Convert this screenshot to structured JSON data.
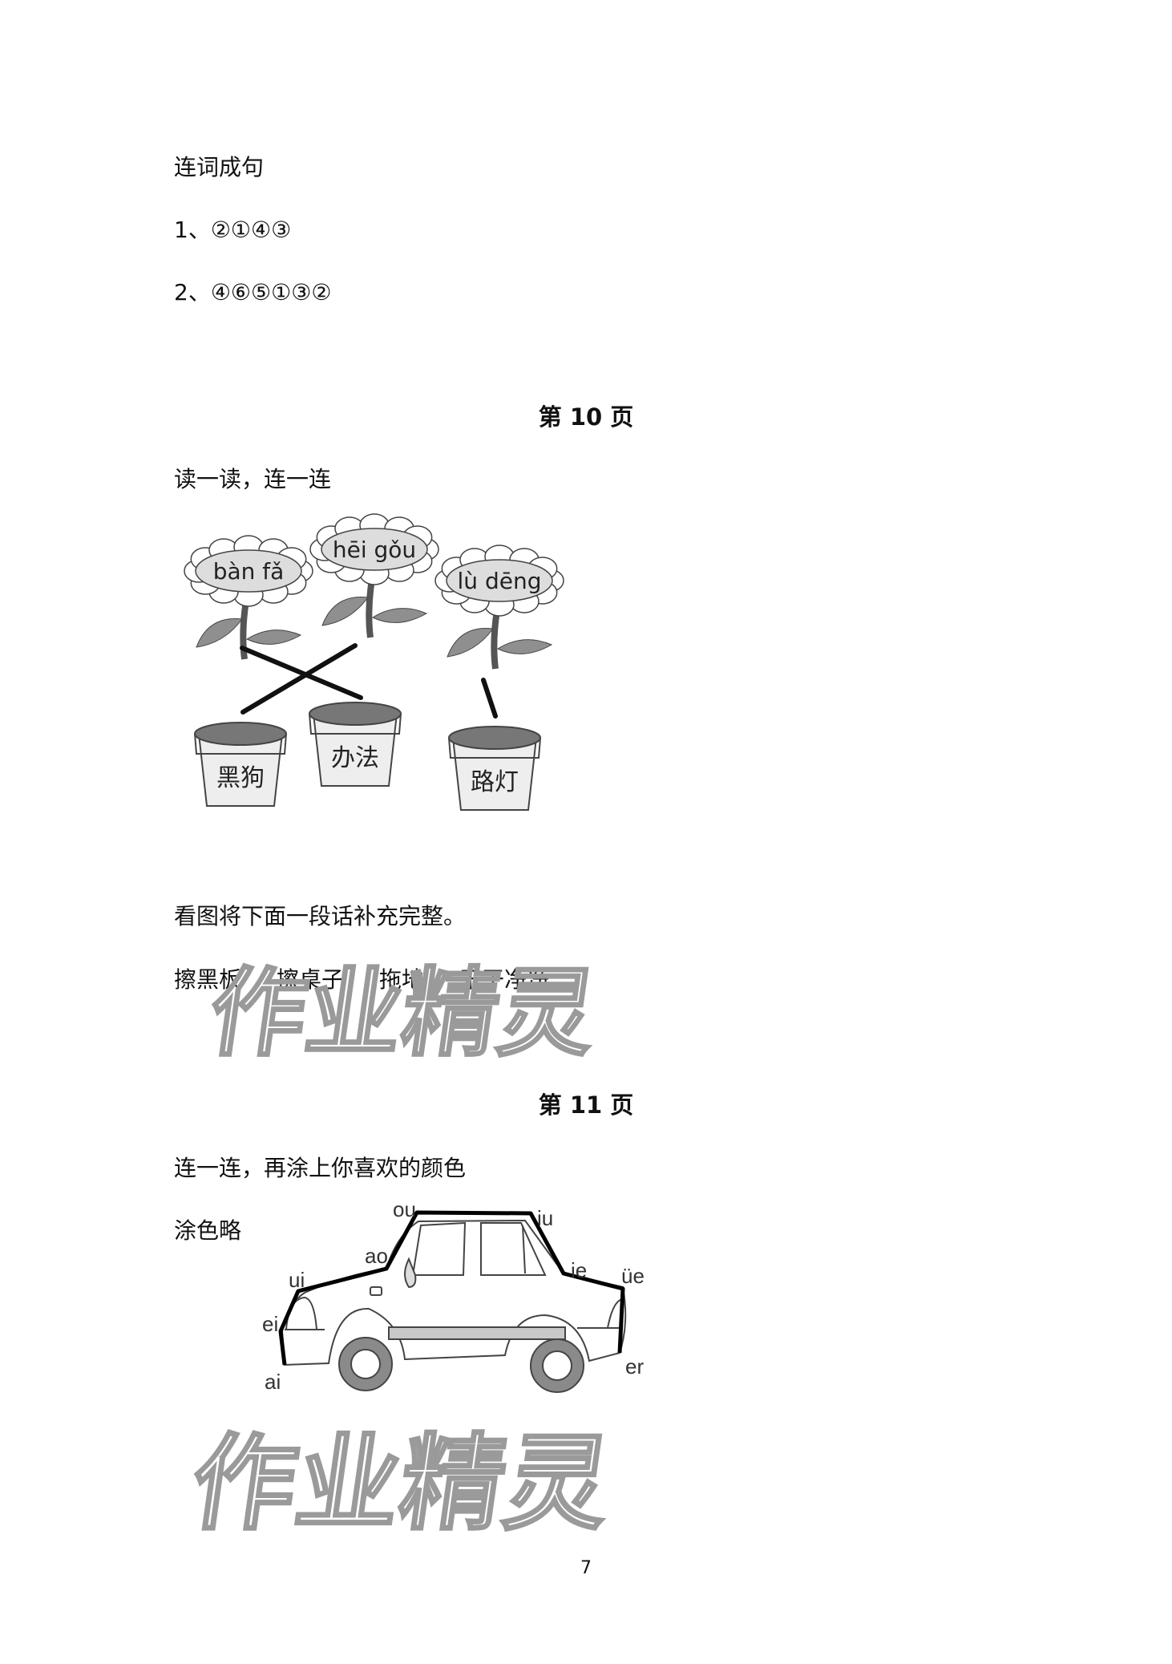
{
  "sections": {
    "s1": {
      "title": "连词成句",
      "answers": [
        "1、②①④③",
        "2、④⑥⑤①③②"
      ]
    },
    "page10": {
      "heading": "第 10 页",
      "q1": {
        "title": "读一读，连一连",
        "flowers": [
          "bàn fǎ",
          "hēi gǒu",
          "lù dēng"
        ],
        "pots": [
          "黑狗",
          "办法",
          "路灯"
        ]
      },
      "q2": {
        "title": "看图将下面一段话补充完整。",
        "words": [
          "擦黑板",
          "擦桌子",
          "拖地",
          "干干净净"
        ]
      }
    },
    "page11": {
      "heading": "第 11 页",
      "title": "连一连，再涂上你喜欢的颜色",
      "note": "涂色略",
      "car_labels": [
        "ai",
        "ei",
        "ui",
        "ao",
        "ou",
        "iu",
        "ie",
        "üe",
        "er"
      ]
    }
  },
  "watermark": "作业精灵",
  "page_number": "7",
  "colors": {
    "text": "#111111",
    "watermark": "#9a9a9a",
    "leaf": "#8f8f8f"
  }
}
